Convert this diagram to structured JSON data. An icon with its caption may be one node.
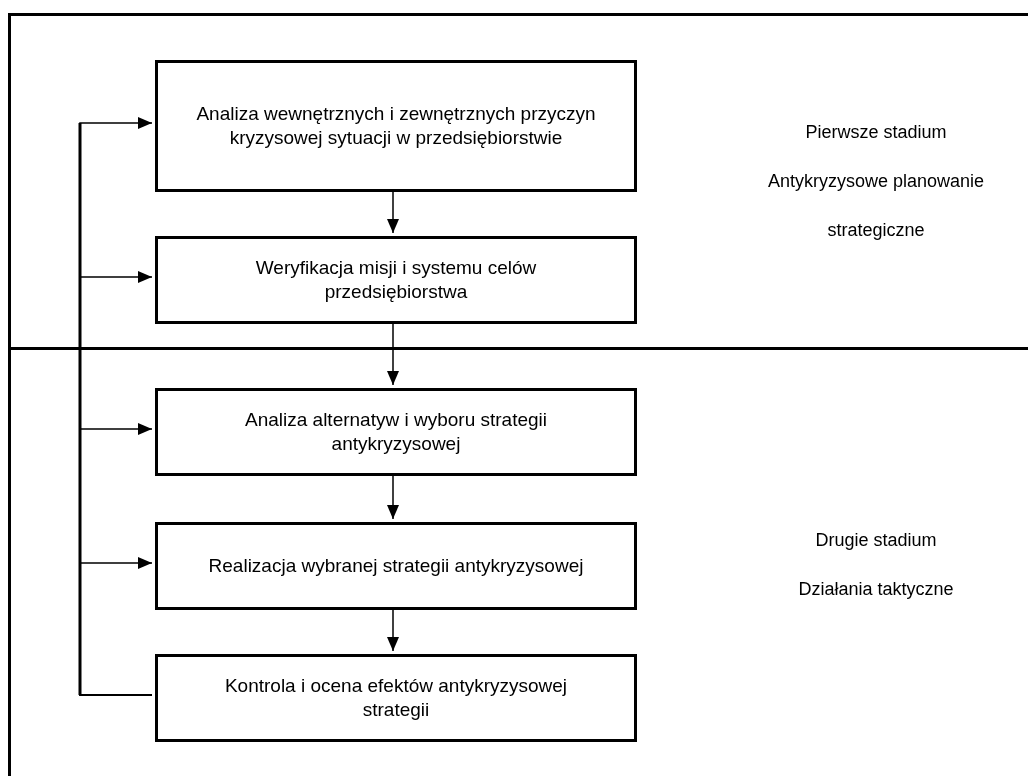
{
  "diagram": {
    "nodes": [
      {
        "text": [
          "Pierwsze stadium",
          "Antykryzysowe planowanie strategiczne"
        ]
      },
      {
        "text": [
          "Analiza wewnętrznych i zewnętrznych przyczyn kryzysowej sytuacji w przedsiębiorstwie"
        ],
        "in": 0
      },
      {
        "text": [
          "Weryfikacja misji i systemu celów przedsiębiorstwa"
        ],
        "in": 0
      },
      {
        "text": [
          "Drugie stadium",
          "Działania taktyczne"
        ]
      },
      {
        "text": [
          "Analiza alternatyw i wyboru strategii antykryzysowej"
        ],
        "in": 3
      },
      {
        "text": [
          "Realizacja wybranej strategii antykryzysowej"
        ],
        "in": 3
      },
      {
        "text": [
          "Kontrola i ocena efektów antykryzysowej strategii"
        ],
        "in": 3
      }
    ],
    "edges": [
      {
        "from": 1,
        "to": 2,
        "arrow": "to"
      },
      {
        "from": 2,
        "to": 4,
        "arrow": "to"
      },
      {
        "from": 4,
        "to": 5,
        "arrow": "to"
      },
      {
        "from": 5,
        "to": 6,
        "arrow": "to"
      },
      {
        "from": 6,
        "to": 1,
        "arrow": "to"
      },
      {
        "from": 6,
        "to": 2,
        "arrow": "to"
      },
      {
        "from": 6,
        "to": 4,
        "arrow": "to"
      },
      {
        "from": 6,
        "to": 5,
        "arrow": "to"
      }
    ]
  }
}
